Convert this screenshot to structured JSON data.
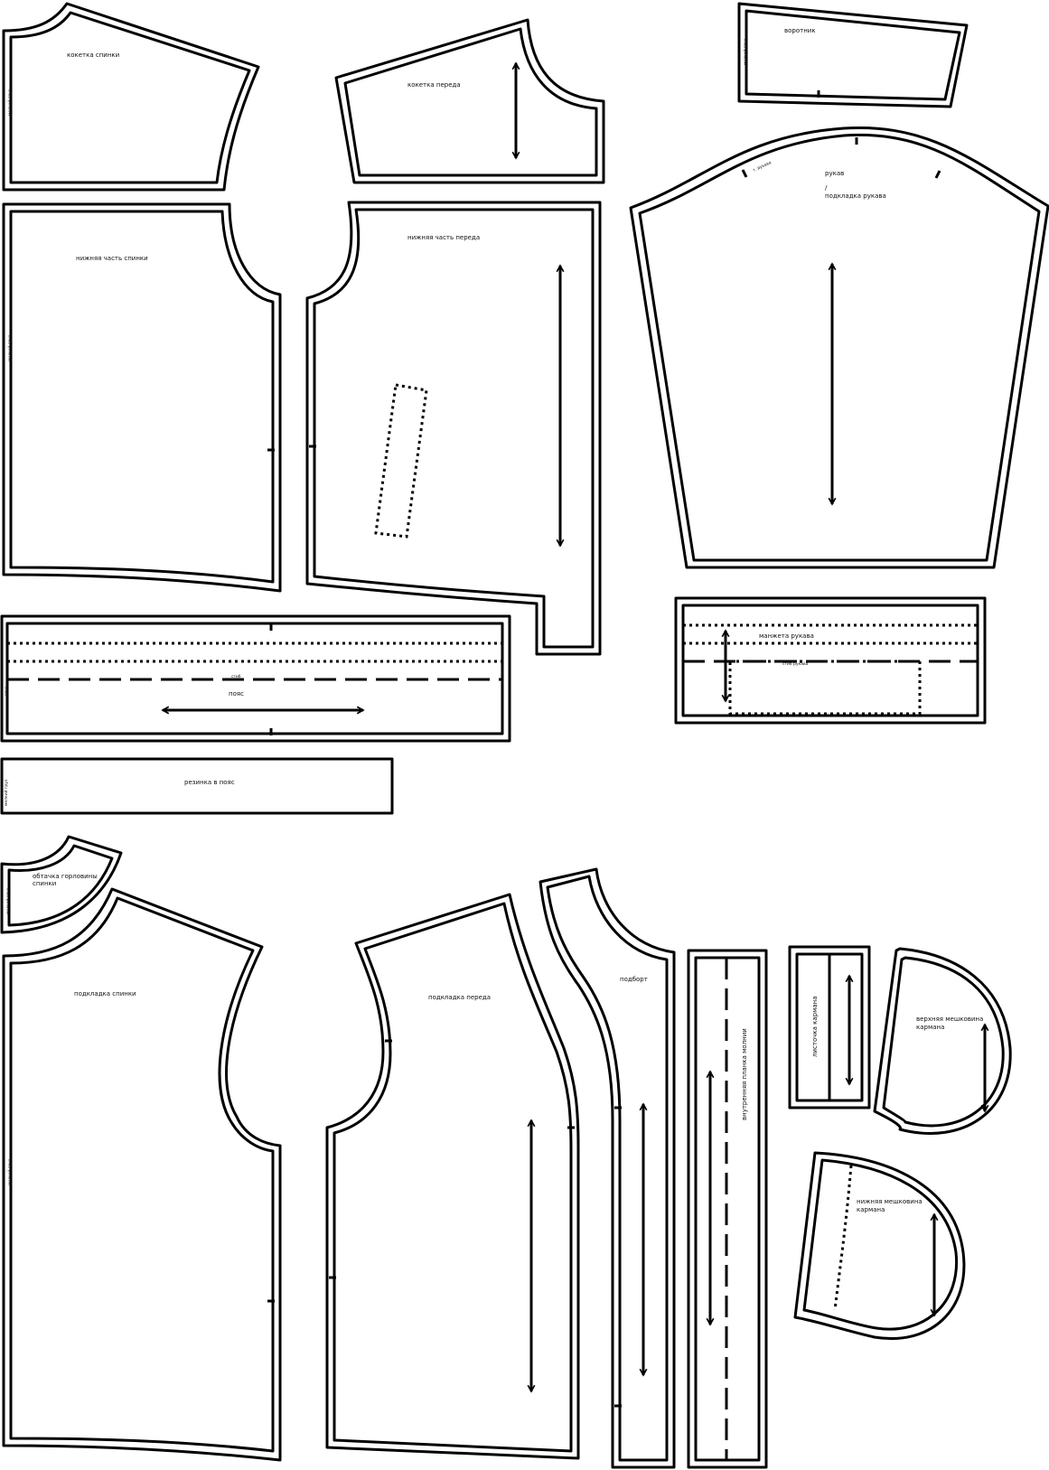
{
  "pieces": {
    "back_yoke": {
      "label": "кокетка спинки",
      "side": "мелкий груз"
    },
    "front_yoke": {
      "label": "кокетка переда"
    },
    "collar": {
      "label": "воротник",
      "side": "мелкий груз"
    },
    "sleeve": {
      "label": "рукав",
      "label2": "/",
      "label3": "подкладка рукава",
      "notch_mark": "т. рукава"
    },
    "lower_back": {
      "label": "нижняя часть спинки",
      "side": "мелкий груз"
    },
    "lower_front": {
      "label": "нижняя часть переда"
    },
    "waistband": {
      "label": "пояс",
      "fold": "сгиб",
      "side": "груз"
    },
    "cuff": {
      "label": "манжета рукава",
      "fold": "сгиб рукава"
    },
    "elastic": {
      "label": "резинка в пояс",
      "side": "мелкий груз"
    },
    "back_neck_facing": {
      "label": "обтачка горловины",
      "label2": "спинки",
      "side": "мелкий груз"
    },
    "back_lining": {
      "label": "подкладка спинки",
      "side": "мелкий груз"
    },
    "front_lining": {
      "label": "подкладка переда"
    },
    "facing": {
      "label": "подборт"
    },
    "zipper_placket": {
      "label": "внутренняя планка молнии"
    },
    "pocket_welt": {
      "label": "листочка кармана"
    },
    "upper_pocket_bag": {
      "label": "верхняя мешковина",
      "label2": "кармана"
    },
    "lower_pocket_bag": {
      "label": "нижняя мешковина",
      "label2": "кармана"
    }
  }
}
